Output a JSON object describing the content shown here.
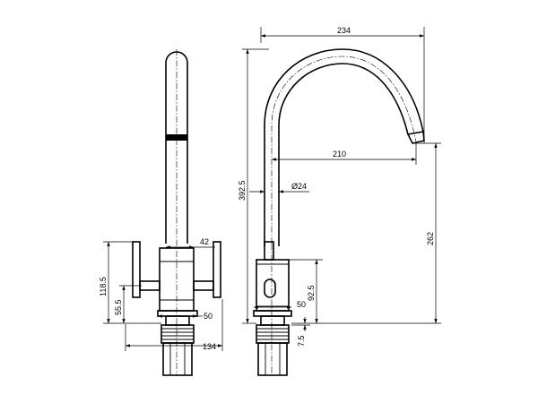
{
  "dimensions": {
    "width_total": "234",
    "reach": "210",
    "diameter": "Ø24",
    "height_total": "392.5",
    "spout_height": "262",
    "body_height": "92.5",
    "lever_height": "118.5",
    "lever_lower": "55.5",
    "body_width_front": "42",
    "base_width_front": "50",
    "base_width_side": "50",
    "lever_span": "134",
    "thread_height": "7.5"
  }
}
